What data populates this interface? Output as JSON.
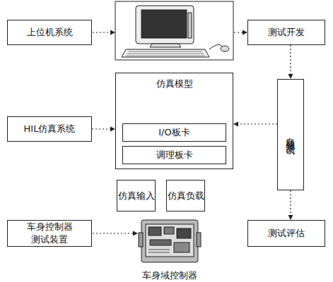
{
  "diagram": {
    "nodes": [
      {
        "text": [
          "上位机系统"
        ]
      },
      {
        "text": [
          "测试开发"
        ]
      },
      {
        "text": [
          "HIL仿真系统"
        ]
      },
      {
        "text": [
          "仿真模型"
        ]
      },
      {
        "text": [
          "I/O板卡"
        ],
        "in": 3
      },
      {
        "text": [
          "调理板卡"
        ],
        "in": 3
      },
      {
        "text": [
          "自动化测试"
        ]
      },
      {
        "text": [
          "仿真输入"
        ]
      },
      {
        "text": [
          "仿真负载"
        ]
      },
      {
        "text": [
          "车身控制器测试装置"
        ]
      },
      {
        "text": [
          "测试评估"
        ]
      }
    ],
    "edges": [
      {
        "from": 1,
        "to": 6,
        "arrow": "to"
      },
      {
        "from": 6,
        "to": 3,
        "arrow": "to"
      },
      {
        "from": 2,
        "to": 3,
        "arrow": "to"
      },
      {
        "from": 6,
        "to": 10,
        "arrow": "to"
      }
    ],
    "labels": [
      "车身域控制器"
    ]
  }
}
